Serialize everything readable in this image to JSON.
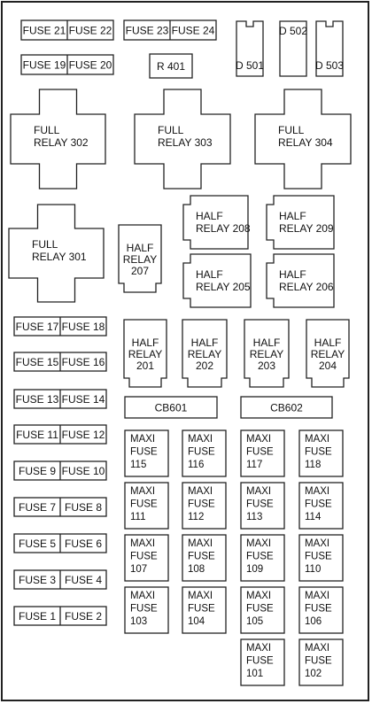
{
  "fuse_pairs": [
    [
      "FUSE 21",
      "FUSE 22"
    ],
    [
      "FUSE 23",
      "FUSE 24"
    ],
    [
      "FUSE 19",
      "FUSE 20"
    ],
    [
      "FUSE 17",
      "FUSE 18"
    ],
    [
      "FUSE 15",
      "FUSE 16"
    ],
    [
      "FUSE 13",
      "FUSE 14"
    ],
    [
      "FUSE 11",
      "FUSE 12"
    ],
    [
      "FUSE 9",
      "FUSE 10"
    ],
    [
      "FUSE 7",
      "FUSE 8"
    ],
    [
      "FUSE 5",
      "FUSE 6"
    ],
    [
      "FUSE 3",
      "FUSE 4"
    ],
    [
      "FUSE 1",
      "FUSE 2"
    ]
  ],
  "resistor": "R 401",
  "diodes": [
    "D 501",
    "D 502",
    "D 503"
  ],
  "full_relays": [
    [
      "FULL",
      "RELAY 302"
    ],
    [
      "FULL",
      "RELAY 303"
    ],
    [
      "FULL",
      "RELAY 304"
    ],
    [
      "FULL",
      "RELAY 301"
    ]
  ],
  "half_relays_top": [
    [
      "HALF",
      "RELAY 208"
    ],
    [
      "HALF",
      "RELAY 209"
    ],
    [
      "HALF",
      "RELAY 205"
    ],
    [
      "HALF",
      "RELAY 206"
    ]
  ],
  "half_relays_bottom": [
    [
      "HALF",
      "RELAY",
      "207"
    ],
    [
      "HALF",
      "RELAY",
      "201"
    ],
    [
      "HALF",
      "RELAY",
      "202"
    ],
    [
      "HALF",
      "RELAY",
      "203"
    ],
    [
      "HALF",
      "RELAY",
      "204"
    ]
  ],
  "circuit_breakers": [
    "CB601",
    "CB602"
  ],
  "maxi_fuses": [
    [
      "MAXI",
      "FUSE",
      "115"
    ],
    [
      "MAXI",
      "FUSE",
      "116"
    ],
    [
      "MAXI",
      "FUSE",
      "117"
    ],
    [
      "MAXI",
      "FUSE",
      "118"
    ],
    [
      "MAXI",
      "FUSE",
      "111"
    ],
    [
      "MAXI",
      "FUSE",
      "112"
    ],
    [
      "MAXI",
      "FUSE",
      "113"
    ],
    [
      "MAXI",
      "FUSE",
      "114"
    ],
    [
      "MAXI",
      "FUSE",
      "107"
    ],
    [
      "MAXI",
      "FUSE",
      "108"
    ],
    [
      "MAXI",
      "FUSE",
      "109"
    ],
    [
      "MAXI",
      "FUSE",
      "110"
    ],
    [
      "MAXI",
      "FUSE",
      "103"
    ],
    [
      "MAXI",
      "FUSE",
      "104"
    ],
    [
      "MAXI",
      "FUSE",
      "105"
    ],
    [
      "MAXI",
      "FUSE",
      "106"
    ],
    [
      "MAXI",
      "FUSE",
      "101"
    ],
    [
      "MAXI",
      "FUSE",
      "102"
    ]
  ]
}
